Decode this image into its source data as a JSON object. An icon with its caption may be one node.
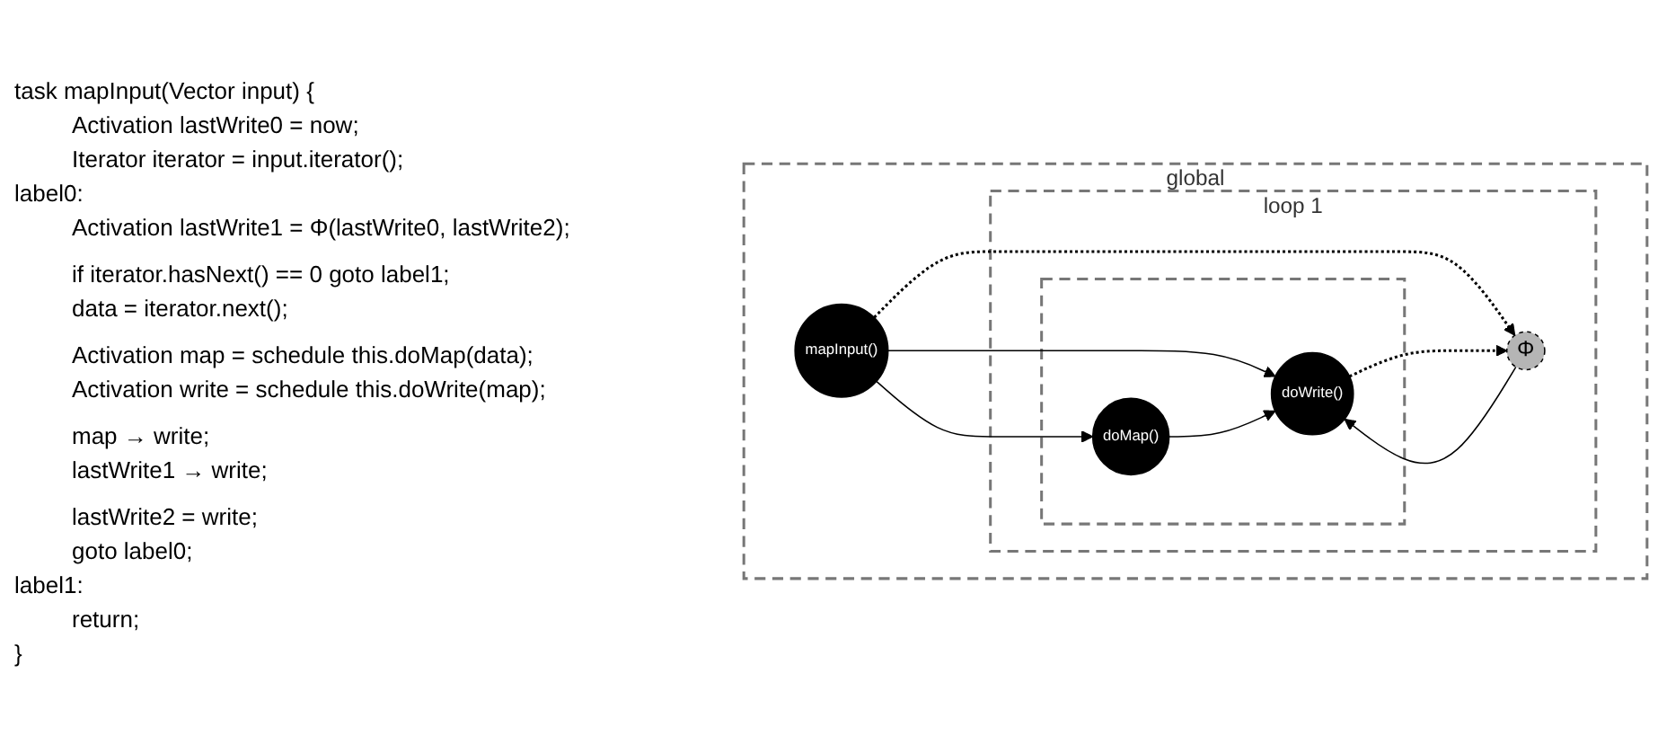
{
  "diagram": {
    "nodes": [
      {
        "text": [
          "global"
        ]
      },
      {
        "text": [
          "loop 1"
        ],
        "in": 0
      },
      {
        "text": [
          "mapInput()"
        ],
        "in": 0
      },
      {
        "text": [],
        "shape": "box",
        "in": 1
      },
      {
        "text": [
          "doMap()"
        ],
        "in": 3
      },
      {
        "text": [
          "Φ"
        ],
        "in": 1
      },
      {
        "text": [
          "doWrite()"
        ],
        "in": 3
      }
    ],
    "edges": [
      {
        "from": 2,
        "to": 4,
        "arrow": "to"
      },
      {
        "from": 2,
        "to": 6,
        "arrow": "to"
      },
      {
        "from": 2,
        "to": 5,
        "arrow": "to",
        "style": "dashed"
      },
      {
        "from": 4,
        "to": 6,
        "arrow": "to"
      },
      {
        "from": 5,
        "to": 6,
        "arrow": "to"
      },
      {
        "from": 6,
        "to": 5,
        "arrow": "to",
        "style": "dashed"
      }
    ],
    "labels": [
      "task mapInput(Vector input) {",
      "Activation lastWrite0 = now;",
      "Iterator iterator = input.iterator();",
      "label0:",
      "Activation lastWrite1 = Φ(lastWrite0, lastWrite2);",
      "if iterator.hasNext() == 0 goto label1;",
      "data = iterator.next();",
      "Activation map = schedule this.doMap(data);",
      "Activation write = schedule this.doWrite(map);",
      "map → write;",
      "lastWrite1 → write;",
      "lastWrite2 = write;",
      "goto label0;",
      "label1:",
      "return;",
      "}"
    ]
  }
}
